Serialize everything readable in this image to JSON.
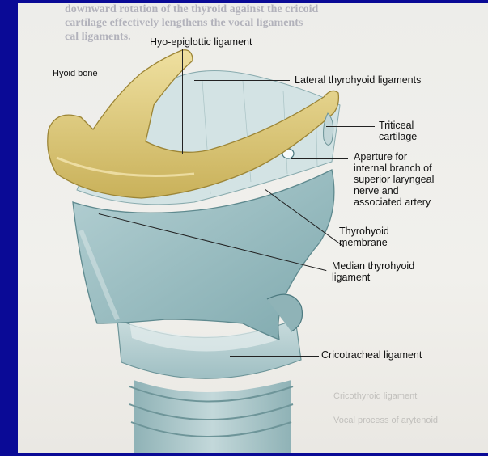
{
  "background_color": "#0a0a96",
  "labels": {
    "hyo_epiglottic": "Hyo-epiglottic ligament",
    "hyoid_bone": "Hyoid bone",
    "lateral_thyrohyoid": "Lateral thyrohyoid ligaments",
    "triticeal_line1": "Triticeal",
    "triticeal_line2": "cartilage",
    "aperture_line1": "Aperture for",
    "aperture_line2": "internal branch of",
    "aperture_line3": "superior laryngeal",
    "aperture_line4": "nerve and",
    "aperture_line5": "associated artery",
    "thyrohyoid_membrane_line1": "Thyrohyoid",
    "thyrohyoid_membrane_line2": "membrane",
    "median_thyrohyoid_line1": "Median thyrohyoid",
    "median_thyrohyoid_line2": "ligament",
    "cricotracheal": "Cricotracheal ligament"
  },
  "bleed_text": {
    "line1": "downward rotation of the thyroid against the cricoid",
    "line2": "cartilage effectively lengthens the vocal ligaments",
    "line3": "cal ligaments.",
    "bottom1": "Cricothyroid ligament",
    "bottom2": "Vocal process of arytenoid"
  }
}
